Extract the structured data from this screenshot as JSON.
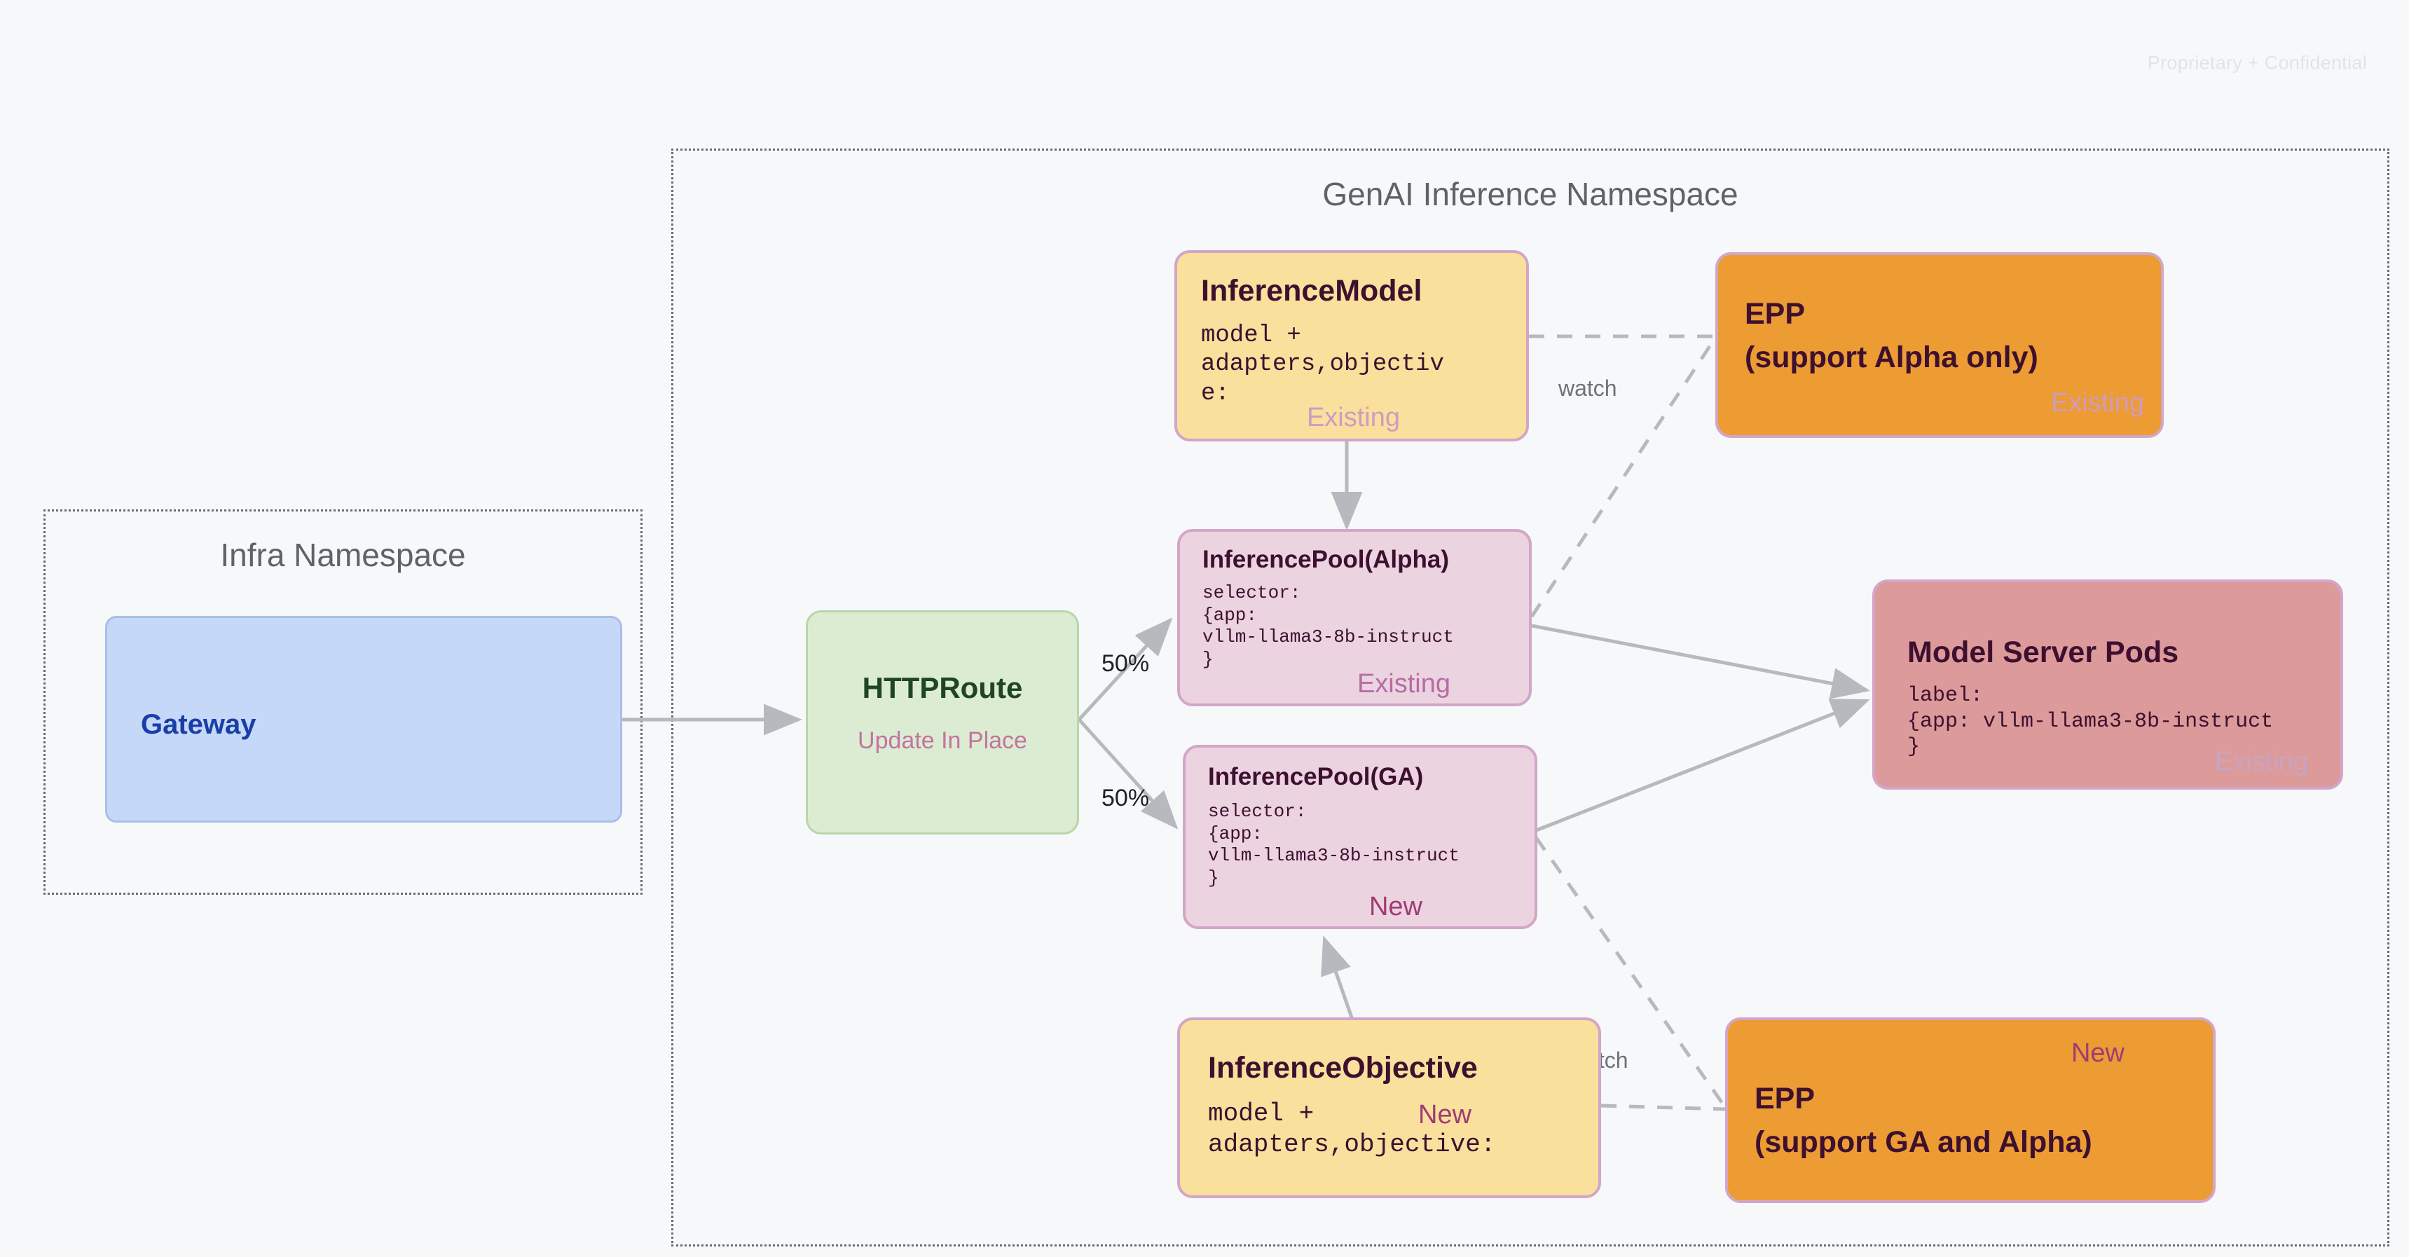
{
  "page": {
    "confidential_note": "Proprietary + Confidential"
  },
  "namespaces": [
    {
      "id": "infra",
      "title": "Infra Namespace"
    },
    {
      "id": "genai",
      "title": "GenAI Inference Namespace"
    }
  ],
  "nodes": {
    "gateway": {
      "title": "Gateway",
      "body": "",
      "tag": ""
    },
    "httproute": {
      "title": "HTTPRoute",
      "body": "",
      "tag": "Update In Place"
    },
    "inference_model": {
      "title": "InferenceModel",
      "body": "model +\nadapters,objectiv\ne:",
      "tag": "Existing"
    },
    "inference_pool_alpha": {
      "title": "InferencePool(Alpha)",
      "body": "selector:\n{app:\nvllm-llama3-8b-instruct\n}",
      "tag": "Existing"
    },
    "inference_pool_ga": {
      "title": "InferencePool(GA)",
      "body": "selector:\n{app:\nvllm-llama3-8b-instruct\n}",
      "tag": "New"
    },
    "inference_objective": {
      "title": "InferenceObjective",
      "body": "model +\nadapters,objective:",
      "tag": "New"
    },
    "epp_alpha": {
      "title_line1": "EPP",
      "title_line2": "(support Alpha only)",
      "tag": "Existing"
    },
    "epp_ga": {
      "title_line1": "EPP",
      "title_line2": "(support GA and Alpha)",
      "tag": "New"
    },
    "model_server_pods": {
      "title": "Model Server Pods",
      "body": "label:\n{app: vllm-llama3-8b-instruct\n}",
      "tag": "Existing"
    }
  },
  "edges": {
    "split_top_label": "50%",
    "split_bottom_label": "50%",
    "watch_top_label": "watch",
    "watch_bottom_label": "watch"
  },
  "colors": {
    "background": "#f7f8fa",
    "gateway_fill": "#c6d8f7",
    "gateway_text": "#1a3ea8",
    "httproute_fill": "#dcecd2",
    "httproute_text": "#1e4620",
    "yellow_fill": "#f9e09c",
    "pink_fill": "#ecd3e0",
    "orange_fill": "#ed9b33",
    "salmon_fill": "#dd9a9a",
    "node_border": "#d2a6c8",
    "tag_existing": "#cf9bc2",
    "tag_new": "#a03b75",
    "edge_stroke": "#b6b9bd",
    "namespace_border": "#6b6b6b",
    "namespace_title": "#5f6368"
  }
}
